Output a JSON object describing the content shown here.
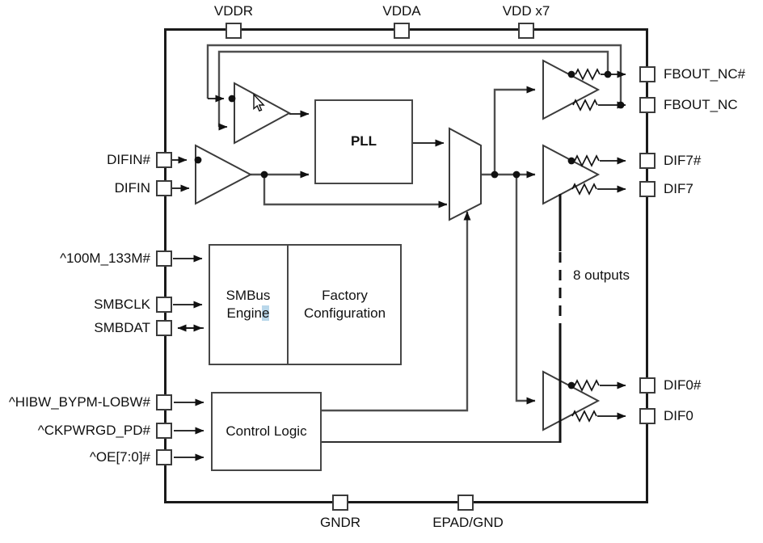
{
  "pins": {
    "top": [
      {
        "label": "VDDR"
      },
      {
        "label": "VDDA"
      },
      {
        "label": "VDD x7"
      }
    ],
    "left": [
      {
        "label": "DIFIN#"
      },
      {
        "label": "DIFIN"
      },
      {
        "label": "^100M_133M#"
      },
      {
        "label": "SMBCLK"
      },
      {
        "label": "SMBDAT"
      },
      {
        "label": "^HIBW_BYPM-LOBW#"
      },
      {
        "label": "^CKPWRGD_PD#"
      },
      {
        "label": "^OE[7:0]#"
      }
    ],
    "right": [
      {
        "label": "FBOUT_NC#"
      },
      {
        "label": "FBOUT_NC"
      },
      {
        "label": "DIF7#"
      },
      {
        "label": "DIF7"
      },
      {
        "label": "DIF0#"
      },
      {
        "label": "DIF0"
      }
    ],
    "bottom": [
      {
        "label": "GNDR"
      },
      {
        "label": "EPAD/GND"
      }
    ]
  },
  "blocks": {
    "pll": {
      "label": "PLL"
    },
    "smbus": {
      "line1": "SMBus",
      "line2_main": "Engin",
      "line2_highlight": "e"
    },
    "factory": {
      "line1": "Factory",
      "line2": "Configuration"
    },
    "control": {
      "label": "Control Logic"
    }
  },
  "annotations": {
    "outputs_note": "8 outputs"
  },
  "colors": {
    "wire": "#4f4f4f",
    "ink": "#111111",
    "block_outline": "#474747",
    "chip_border": "#1a1a1a",
    "engine_highlight": "#b9d7ea"
  }
}
